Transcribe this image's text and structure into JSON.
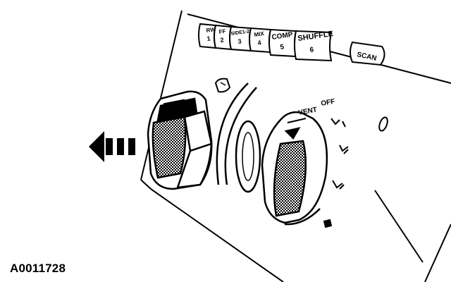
{
  "figure_id": "A0011728",
  "preset_buttons": [
    {
      "top": "RW",
      "num": "1"
    },
    {
      "top": "FF",
      "num": "2"
    },
    {
      "top": "SIDE1-2",
      "num": "3"
    },
    {
      "top": "MIX",
      "num": "4"
    },
    {
      "top": "COMP",
      "num": "5"
    },
    {
      "top": "SHUFFLE",
      "num": "6"
    }
  ],
  "scan_label": "SCAN",
  "mode_labels": {
    "off": "OFF",
    "vent": "VENT"
  },
  "colors": {
    "ink": "#000000",
    "paper": "#ffffff"
  },
  "icons": [
    "vent-mode-icon",
    "panel-floor-mode-icon",
    "floor-mode-icon",
    "defrost-mode-icon",
    "arrow-left-icon"
  ]
}
